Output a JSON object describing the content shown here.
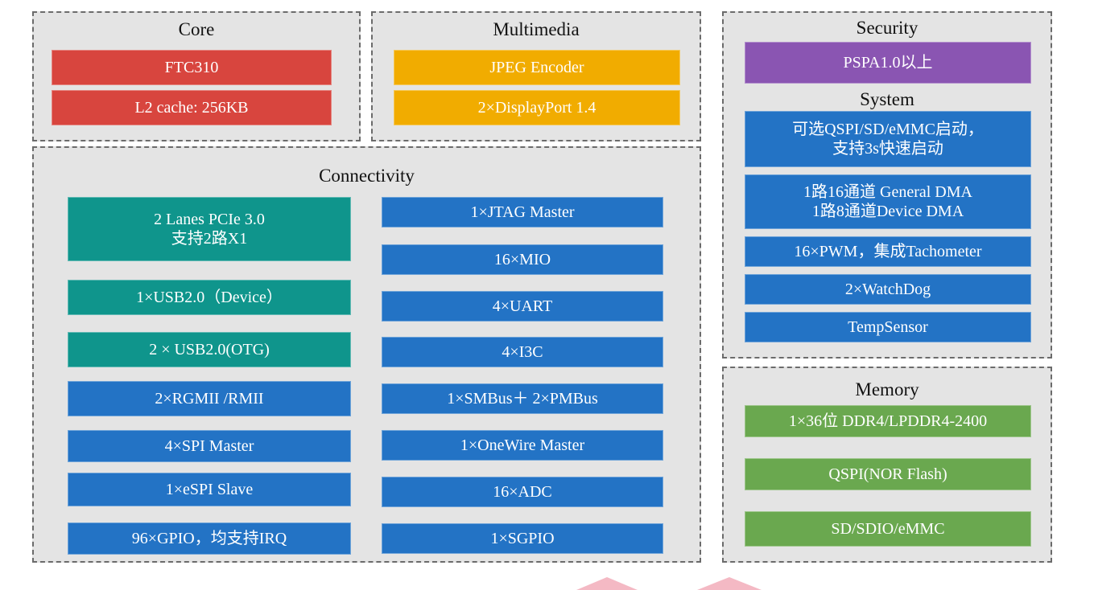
{
  "core": {
    "title": "Core",
    "items": [
      "FTC310",
      "L2 cache: 256KB"
    ]
  },
  "multimedia": {
    "title": "Multimedia",
    "items": [
      "JPEG Encoder",
      "2×DisplayPort 1.4"
    ]
  },
  "security": {
    "title": "Security",
    "items": [
      "PSPA1.0以上"
    ]
  },
  "system": {
    "title": "System",
    "items": [
      "可选QSPI/SD/eMMC启动，\n支持3s快速启动",
      "1路16通道 General DMA\n1路8通道Device DMA",
      "16×PWM，集成Tachometer",
      "2×WatchDog",
      "TempSensor"
    ]
  },
  "connectivity": {
    "title": "Connectivity",
    "left": [
      "2 Lanes PCIe 3.0\n支持2路X1",
      "1×USB2.0（Device）",
      "2 × USB2.0(OTG)",
      "2×RGMII /RMII",
      "4×SPI Master",
      "1×eSPI Slave",
      "96×GPIO，均支持IRQ"
    ],
    "right": [
      "1×JTAG Master",
      "16×MIO",
      "4×UART",
      "4×I3C",
      "1×SMBus＋ 2×PMBus",
      "1×OneWire Master",
      "16×ADC",
      "1×SGPIO"
    ]
  },
  "memory": {
    "title": "Memory",
    "items": [
      "1×36位 DDR4/LPDDR4-2400",
      "QSPI(NOR Flash)",
      "SD/SDIO/eMMC"
    ]
  },
  "colors": {
    "core": "#d8453e",
    "multimedia": "#f1ac00",
    "security": "#8a55b2",
    "system": "#2373c5",
    "connectivity_teal": "#0f958c",
    "connectivity_blue": "#2373c5",
    "memory": "#6aa84f"
  }
}
